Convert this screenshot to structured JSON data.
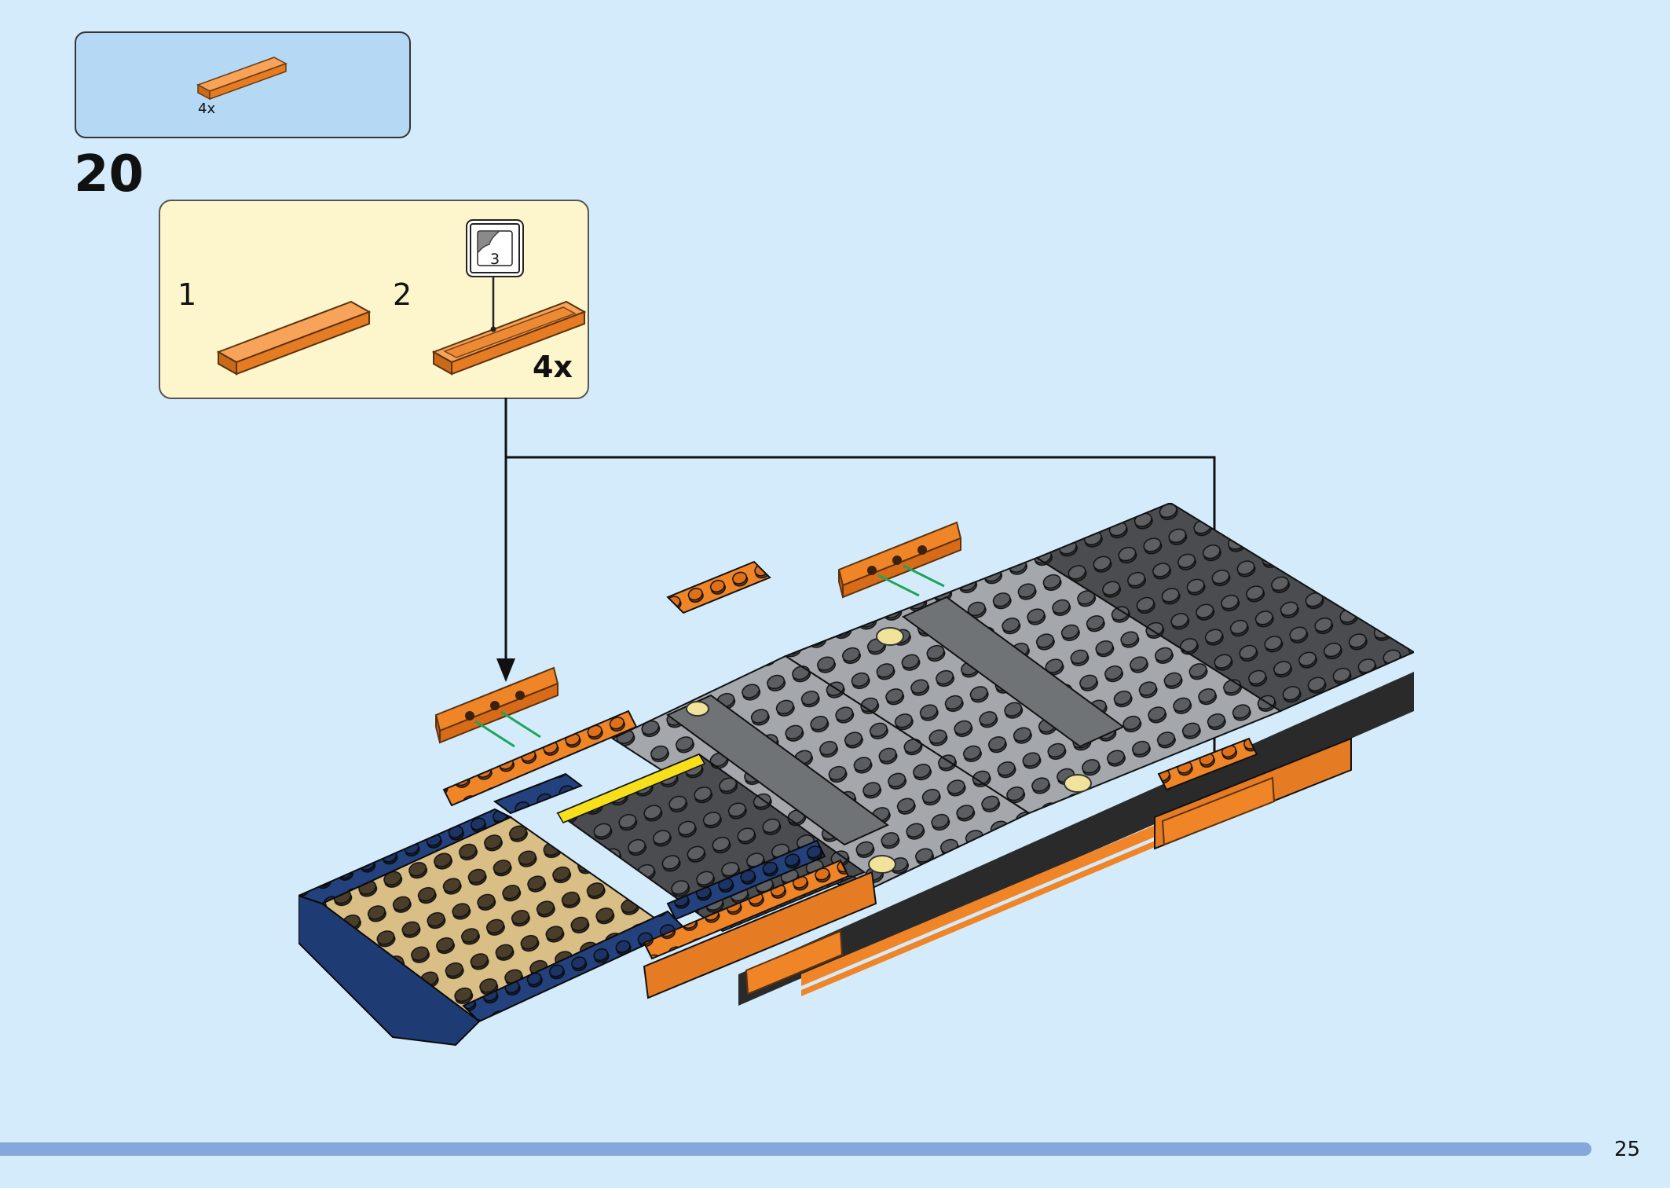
{
  "parts_callout": {
    "quantity": "4x",
    "part_color": "#f08527"
  },
  "step": {
    "number": "20"
  },
  "sub_assembly": {
    "step_1_number": "1",
    "step_2_number": "2",
    "sticker_number": "3",
    "quantity": "4x"
  },
  "colors": {
    "orange": "#f08527",
    "dark_bluish_gray": "#5b5d60",
    "black": "#2a2a2a",
    "light_bluish_gray": "#9fa3a8",
    "dark_blue": "#1f3b73",
    "tan": "#d8bd84",
    "yellow": "#f7e01b",
    "arrow_green": "#1fa55b"
  },
  "footer": {
    "page_number": "25"
  }
}
